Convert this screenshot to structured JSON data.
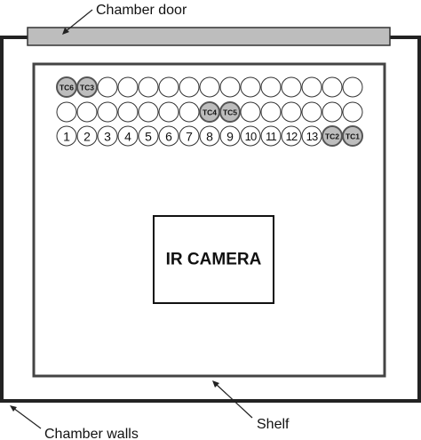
{
  "labels": {
    "chamber_door": "Chamber door",
    "chamber_walls": "Chamber walls",
    "shelf": "Shelf",
    "camera": "IR CAMERA"
  },
  "rows": [
    [
      "TC6",
      "TC3",
      "",
      "",
      "",
      "",
      "",
      "",
      "",
      "",
      "",
      "",
      "",
      "",
      ""
    ],
    [
      "",
      "",
      "",
      "",
      "",
      "",
      "",
      "TC4",
      "TC5",
      "",
      "",
      "",
      "",
      "",
      ""
    ],
    [
      "1",
      "2",
      "3",
      "4",
      "5",
      "6",
      "7",
      "8",
      "9",
      "10",
      "11",
      "12",
      "13",
      "TC2",
      "TC1"
    ]
  ],
  "colors": {
    "thermocouple_fill": "#bdbdbd",
    "sample_fill": "#ffffff",
    "door_fill": "#bdbdbd",
    "line": "#222222"
  }
}
